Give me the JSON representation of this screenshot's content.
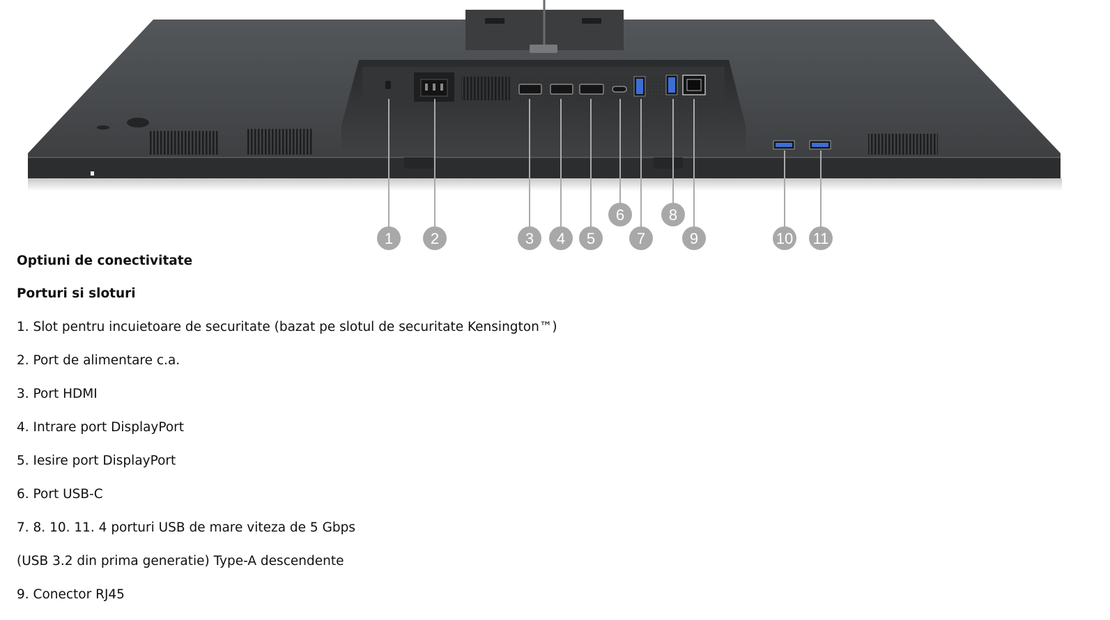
{
  "figure": {
    "callouts": [
      "1",
      "2",
      "3",
      "4",
      "5",
      "6",
      "7",
      "8",
      "9",
      "10",
      "11"
    ]
  },
  "text": {
    "heading1": "Optiuni de conectivitate",
    "heading2": "Porturi si sloturi",
    "items": [
      "1. Slot pentru incuietoare de securitate (bazat pe slotul de securitate Kensington™)",
      "2. Port de alimentare c.a.",
      "3. Port HDMI",
      "4. Intrare port DisplayPort",
      "5. Iesire port DisplayPort",
      "6. Port USB-C",
      "7. 8. 10. 11. 4 porturi USB de mare viteza de 5 Gbps",
      "(USB 3.2 din prima generatie) Type-A descendente",
      "9. Conector RJ45"
    ]
  },
  "colors": {
    "body": "#2f3133",
    "callout": "#a8a8a8",
    "usb_blue": "#3b6fd6"
  }
}
